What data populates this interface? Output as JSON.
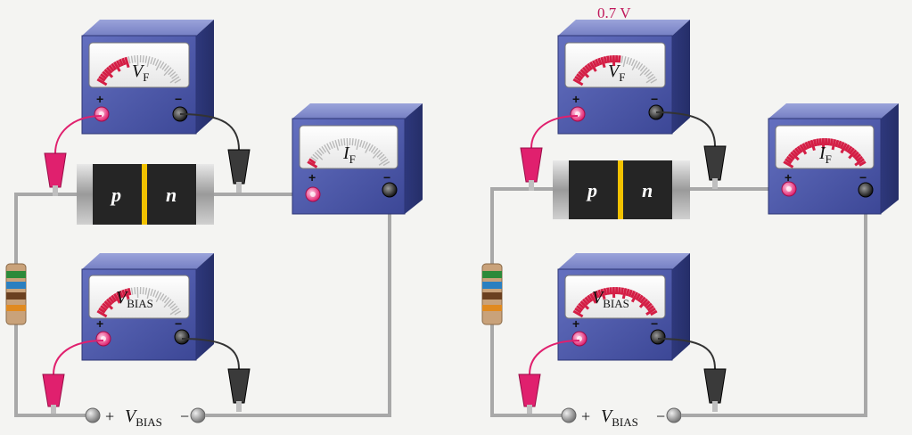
{
  "colors": {
    "meter_body": "#4a56a8",
    "meter_dark": "#2c3574",
    "wire": "#a8a8a8",
    "probe_red": "#e0206e",
    "probe_black": "#3a3a3a",
    "scale_red": "#d41e45",
    "annotation": "#c0185b",
    "junction": "#f2c200"
  },
  "circuits": [
    {
      "vf_meter": {
        "label": "V",
        "sub": "F",
        "plus": "+",
        "minus": "−",
        "fill": 0.38
      },
      "if_meter": {
        "label": "I",
        "sub": "F",
        "plus": "+",
        "minus": "−",
        "fill": 0.06
      },
      "vbias_meter": {
        "label": "V",
        "sub": "BIAS",
        "plus": "+",
        "minus": "−",
        "fill": 0.42
      },
      "diode": {
        "p": "p",
        "n": "n"
      },
      "source": {
        "plus": "+",
        "label": "V",
        "sub": "BIAS",
        "minus": "−"
      }
    },
    {
      "annotation": "0.7 V",
      "vf_meter": {
        "label": "V",
        "sub": "F",
        "plus": "+",
        "minus": "−",
        "fill": 0.55
      },
      "if_meter": {
        "label": "I",
        "sub": "F",
        "plus": "+",
        "minus": "−",
        "fill": 1.0
      },
      "vbias_meter": {
        "label": "V",
        "sub": "BIAS",
        "plus": "+",
        "minus": "−",
        "fill": 1.0
      },
      "diode": {
        "p": "p",
        "n": "n"
      },
      "source": {
        "plus": "+",
        "label": "V",
        "sub": "BIAS",
        "minus": "−"
      }
    }
  ]
}
